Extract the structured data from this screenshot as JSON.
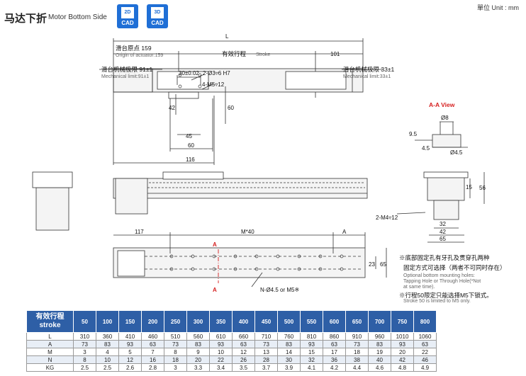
{
  "header": {
    "title": "马达下折",
    "subtitle": "Motor Bottom Side",
    "cad2d": {
      "top": "2D",
      "bottom": "CAD"
    },
    "cad3d": {
      "top": "3D",
      "bottom": "CAD"
    },
    "unit": "單位 Unit : mm"
  },
  "drawing": {
    "dim_L": "L",
    "origin_cn": "滑台原点 159",
    "origin_en": "Origin of actuator:159",
    "stroke_cn": "有效行程",
    "stroke_en": "Stroke",
    "dim_101": "101",
    "mech_left_cn": "滑台机械极限 91±1",
    "mech_left_en": "Mechanical limit:91±1",
    "mech_right_cn": "滑台机械极限 33±1",
    "mech_right_en": "Mechanical limit:33±1",
    "dim_30": "30±0.02",
    "hole_h7": "2-Ø3▿6 H7",
    "m5": "4-M5▿12",
    "dim_42": "42",
    "dim_60v": "60",
    "dim_45": "45",
    "dim_60h": "60",
    "dim_116": "116",
    "aa_view": "A-A View",
    "dim_8": "Ø8",
    "dim_95": "9.5",
    "dim_45b": "4.5",
    "dim_phi45": "Ø4.5",
    "dim_15": "15",
    "dim_56": "56",
    "m4": "2-M4▿12",
    "dim_32": "32",
    "dim_42b": "42",
    "dim_65b": "65",
    "dim_117": "117",
    "dim_m40": "M*40",
    "dim_A": "A",
    "sec_a1": "A",
    "sec_a2": "A",
    "nhole": "N-Ø4.5 or M5※",
    "dim_23": "23",
    "dim_65": "65"
  },
  "notes": {
    "n1_cn": "※底部固定孔有牙孔及贯穿孔两种",
    "n1_cn2": "固定方式可选择（两者不可同时存在）",
    "n1_en1": "Optional bottom mounting holes:",
    "n1_en2": "Tapping Hole or Through Hole(*Not",
    "n1_en3": "at same time).",
    "n2_cn": "※行程50限定只能选择M5下锁式。",
    "n2_en": "Stroke 50 is limited to M5 only."
  },
  "table": {
    "header_cn": "有效行程",
    "header_en": "stroke",
    "strokes": [
      "50",
      "100",
      "150",
      "200",
      "250",
      "300",
      "350",
      "400",
      "450",
      "500",
      "550",
      "600",
      "650",
      "700",
      "750",
      "800"
    ],
    "rows": [
      {
        "label": "L",
        "values": [
          "310",
          "360",
          "410",
          "460",
          "510",
          "560",
          "610",
          "660",
          "710",
          "760",
          "810",
          "860",
          "910",
          "960",
          "1010",
          "1060"
        ]
      },
      {
        "label": "A",
        "values": [
          "73",
          "83",
          "93",
          "63",
          "73",
          "83",
          "93",
          "63",
          "73",
          "83",
          "93",
          "63",
          "73",
          "83",
          "93",
          "63"
        ]
      },
      {
        "label": "M",
        "values": [
          "3",
          "4",
          "5",
          "7",
          "8",
          "9",
          "10",
          "12",
          "13",
          "14",
          "15",
          "17",
          "18",
          "19",
          "20",
          "22"
        ]
      },
      {
        "label": "N",
        "values": [
          "8",
          "10",
          "12",
          "16",
          "18",
          "20",
          "22",
          "26",
          "28",
          "30",
          "32",
          "36",
          "38",
          "40",
          "42",
          "46"
        ]
      },
      {
        "label": "KG",
        "values": [
          "2.5",
          "2.5",
          "2.6",
          "2.8",
          "3",
          "3.3",
          "3.4",
          "3.5",
          "3.7",
          "3.9",
          "4.1",
          "4.2",
          "4.4",
          "4.6",
          "4.8",
          "4.9"
        ]
      }
    ]
  }
}
